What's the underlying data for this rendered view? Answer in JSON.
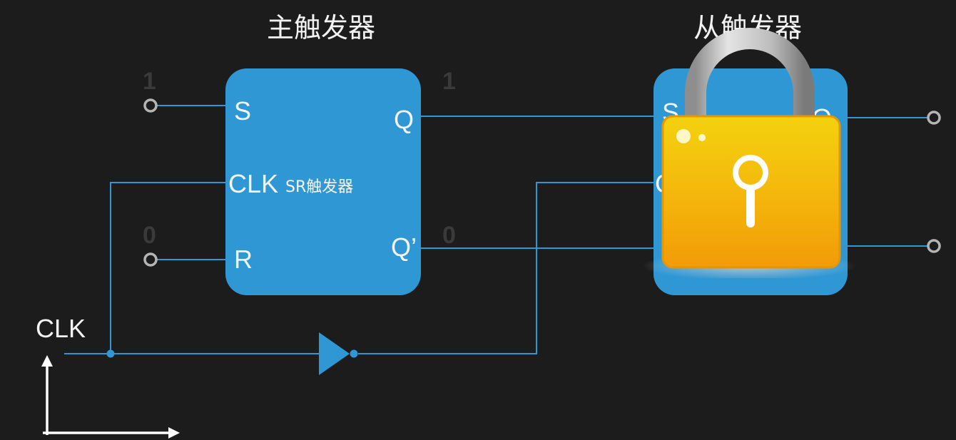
{
  "master": {
    "title": "主触发器",
    "inner_label": "SR触发器",
    "pins": {
      "s": "S",
      "clk": "CLK",
      "r": "R",
      "q": "Q",
      "qn": "Q’"
    }
  },
  "slave": {
    "title": "从触发器"
  },
  "values": {
    "s_in": "1",
    "r_in": "0",
    "q_out": "1",
    "qn_out": "0"
  },
  "clock": {
    "label": "CLK"
  },
  "colors": {
    "background": "#1c1c1c",
    "block": "#2f98d4",
    "wire": "#2f98d4",
    "lock_body": "#f2b400",
    "shackle": "#bdbdbd"
  },
  "icons": [
    "padlock-icon",
    "keyhole-icon",
    "not-gate-icon",
    "clock-axis-icon"
  ]
}
